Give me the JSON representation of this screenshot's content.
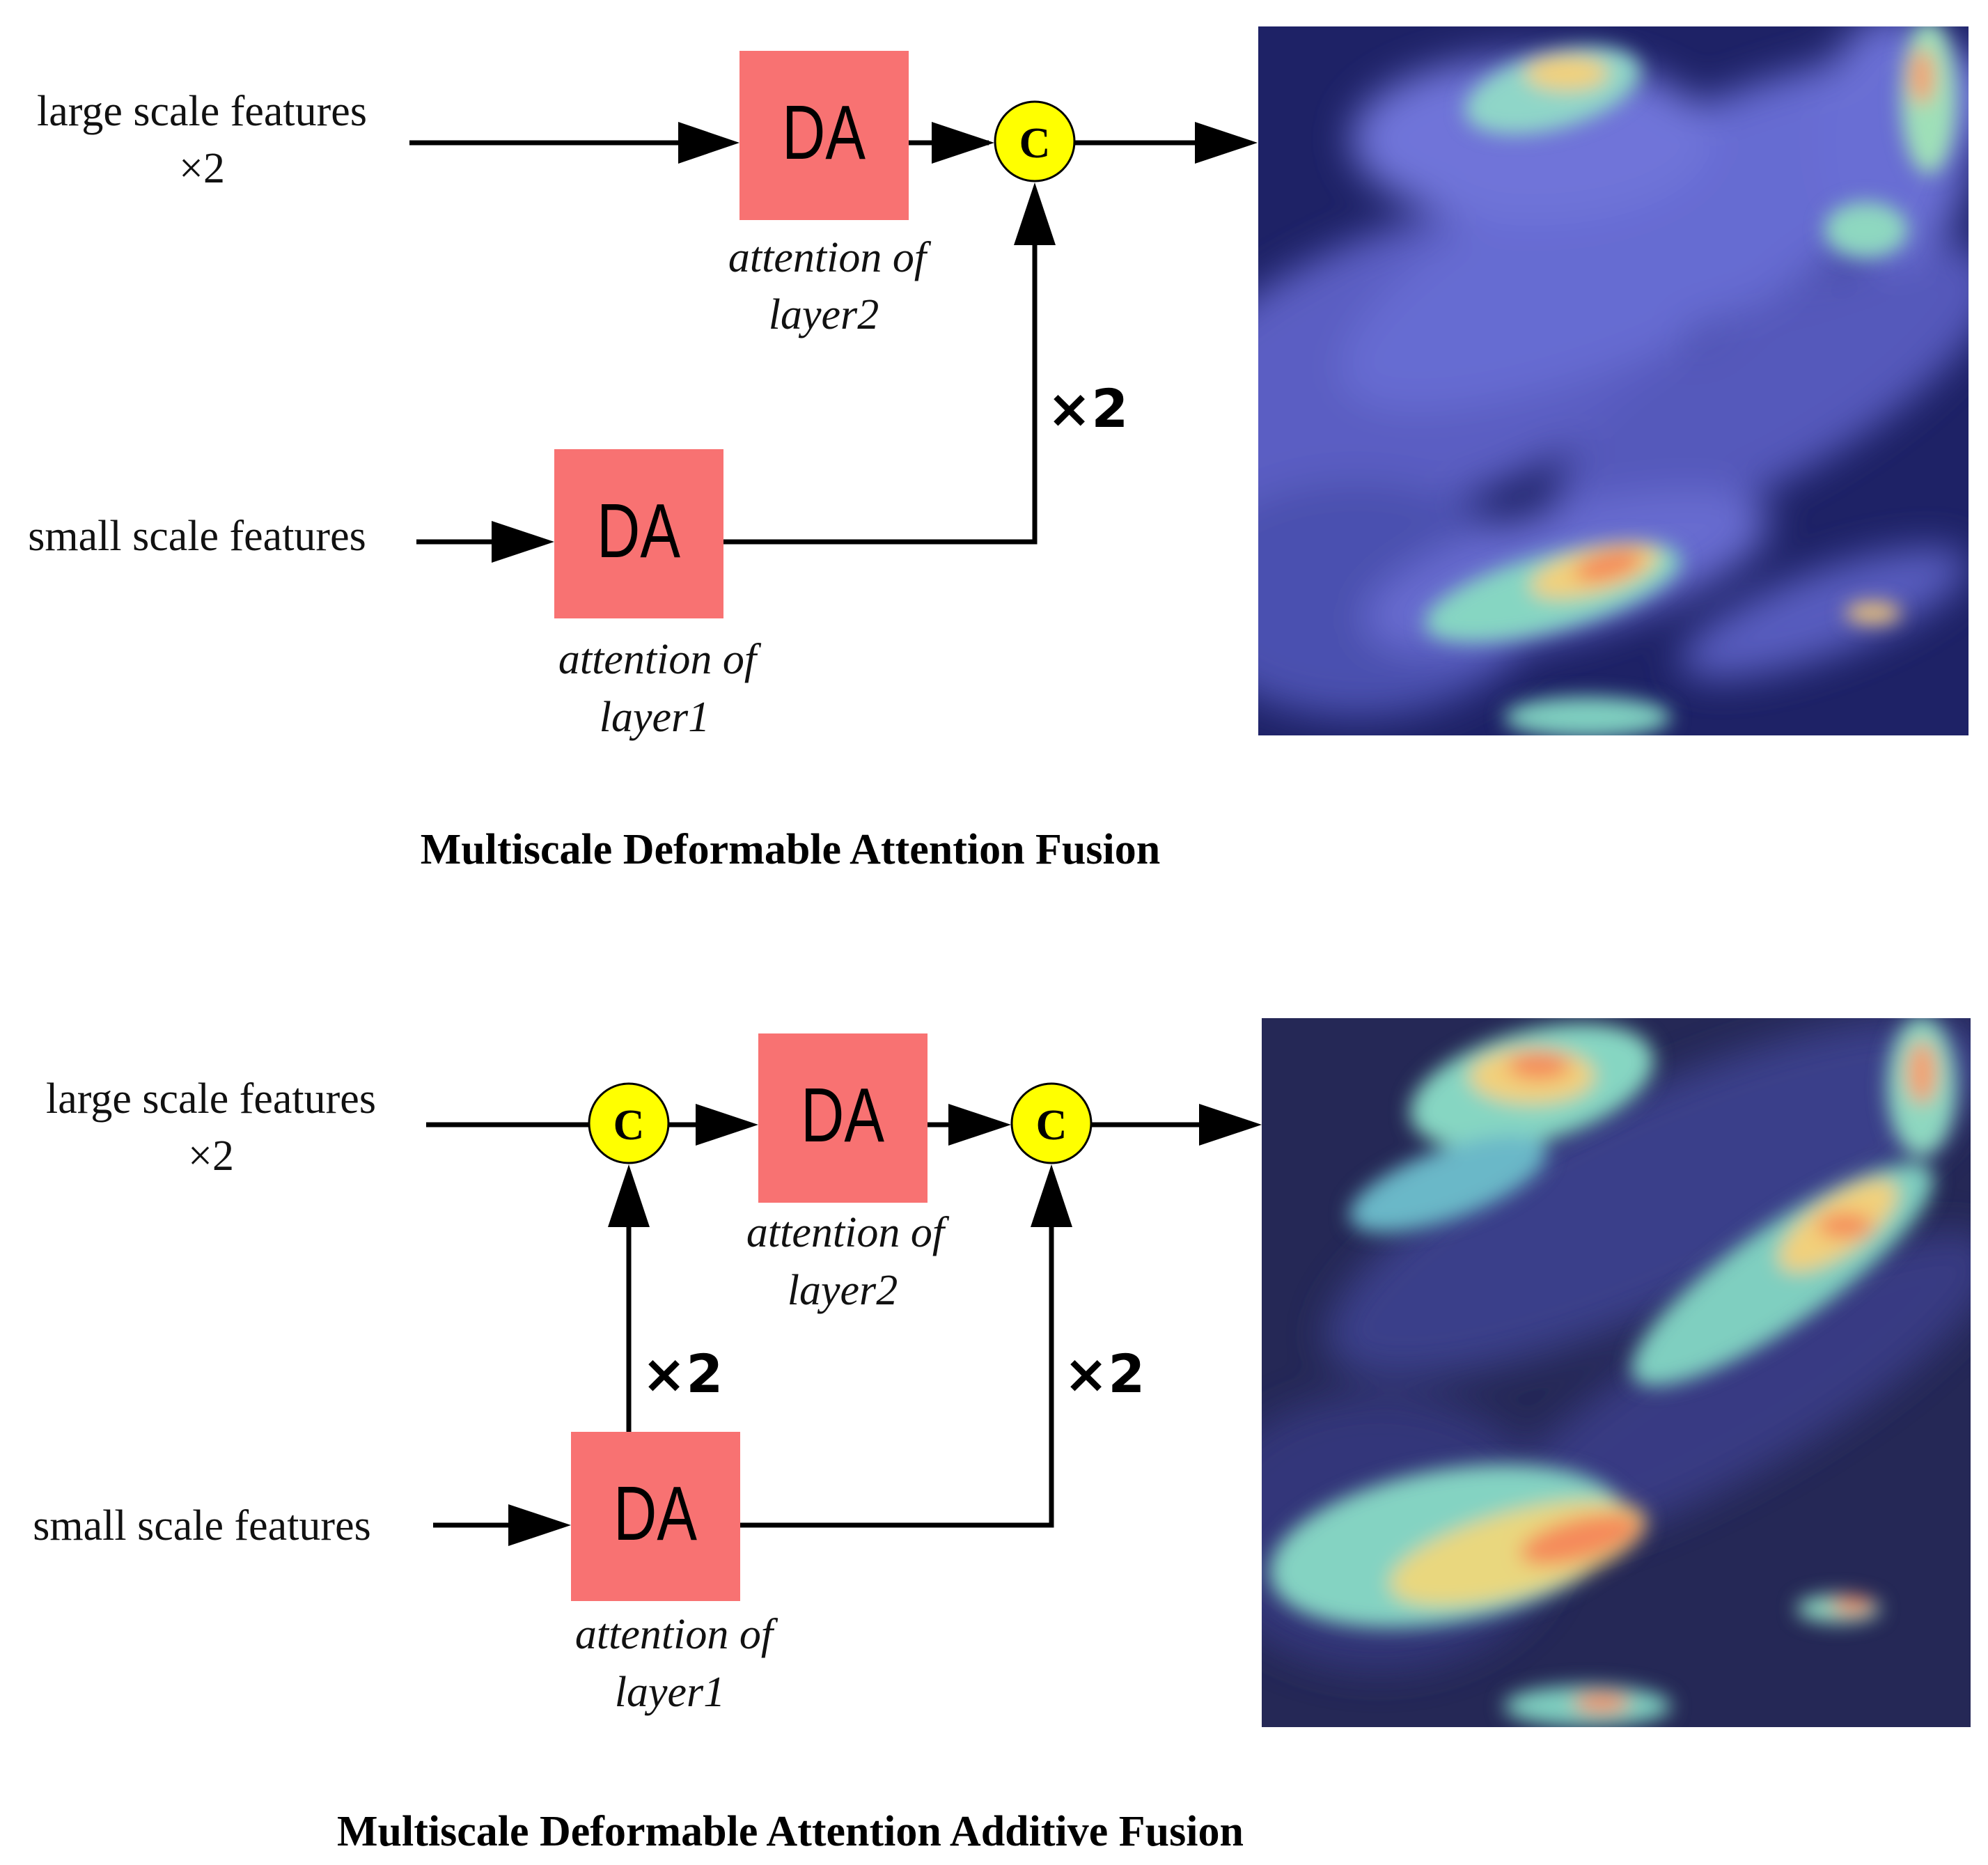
{
  "panels": [
    {
      "large_label": "large scale features",
      "large_factor": "×2",
      "small_label": "small scale features",
      "da_top": "DA",
      "da_top_caption_1": "attention of",
      "da_top_caption_2": "layer2",
      "da_bottom": "DA",
      "da_bottom_caption_1": "attention of",
      "da_bottom_caption_2": "layer1",
      "concat": "C",
      "upsample": "×2",
      "title": "Multiscale Deformable Attention Fusion"
    },
    {
      "large_label": "large scale features",
      "large_factor": "×2",
      "small_label": "small scale features",
      "da_top": "DA",
      "da_top_caption_1": "attention of",
      "da_top_caption_2": "layer2",
      "da_bottom": "DA",
      "da_bottom_caption_1": "attention of",
      "da_bottom_caption_2": "layer1",
      "concat_1": "C",
      "concat_2": "C",
      "upsample_1": "×2",
      "upsample_2": "×2",
      "title": "Multiscale Deformable Attention Additive Fusion"
    }
  ],
  "colors": {
    "da_box": "#F87272",
    "concat_node": "#FFFF00",
    "map_background": "#1E2266",
    "map_cloud": "#6A6FD8",
    "map_hot": "#F58A5A"
  }
}
